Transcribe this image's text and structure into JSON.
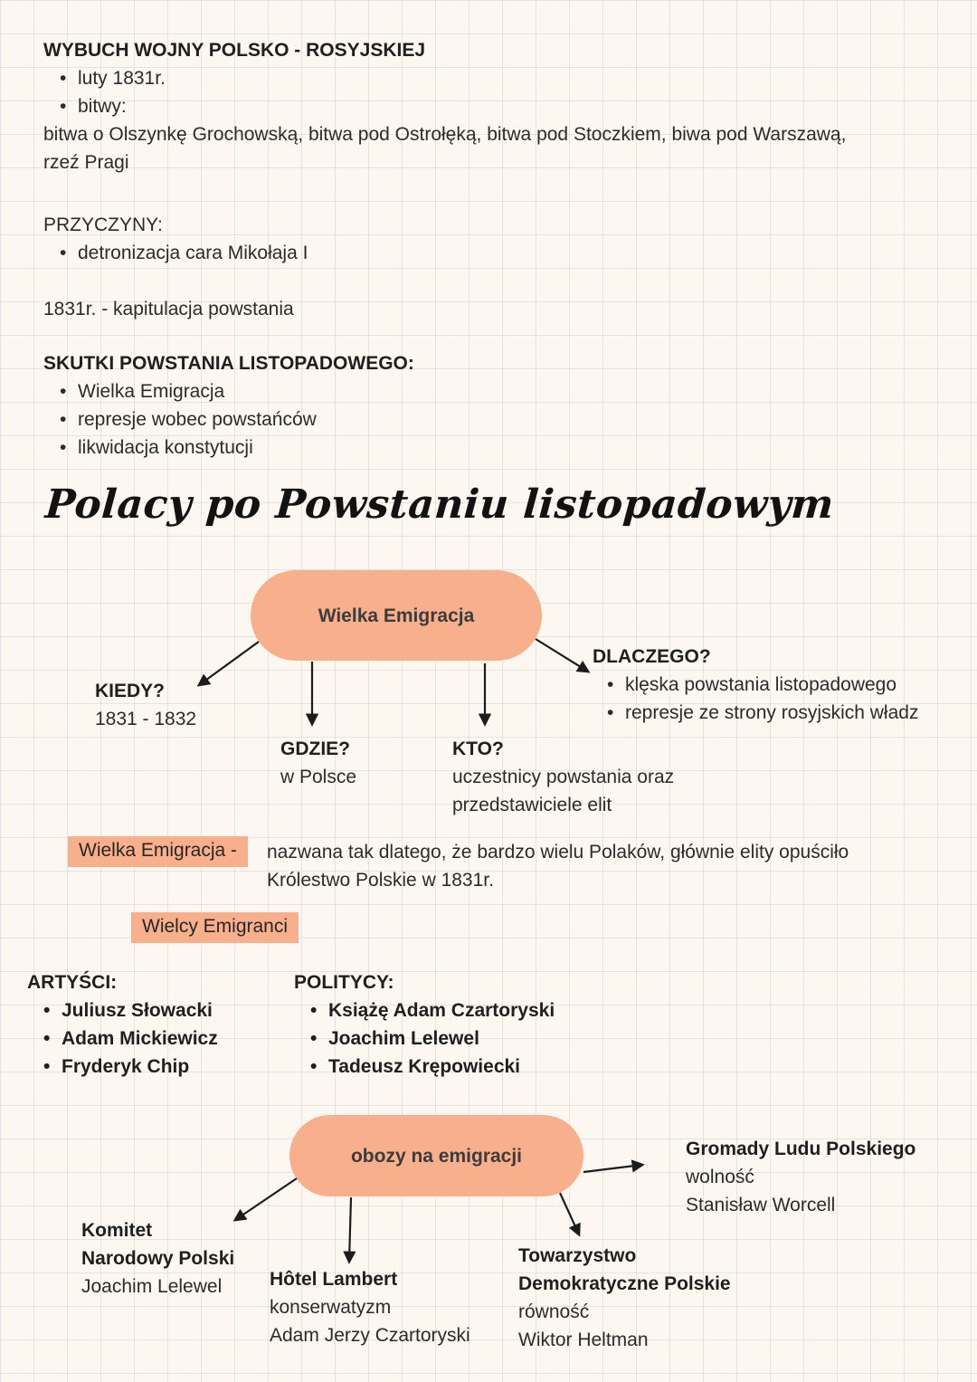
{
  "colors": {
    "accent": "#f7af8c",
    "background": "#fcf8f1",
    "text": "#2b2b2b"
  },
  "top": {
    "war_title": "WYBUCH WOJNY POLSKO - ROSYJSKIEJ",
    "war_bullets": [
      "luty 1831r.",
      "bitwy:"
    ],
    "battles_line1": "bitwa o Olszynkę Grochowską, bitwa pod Ostrołęką, bitwa pod Stoczkiem, biwa pod Warszawą,",
    "battles_line2": "rzeź Pragi",
    "causes_title": "PRZYCZYNY:",
    "causes_bullets": [
      "detronizacja cara Mikołaja I"
    ],
    "capitulation": "1831r. - kapitulacja powstania",
    "effects_title": "SKUTKI POWSTANIA LISTOPADOWEGO:",
    "effects_bullets": [
      "Wielka Emigracja",
      "represje wobec powstańców",
      "likwidacja konstytucji"
    ],
    "script_title": "Polacy po Powstaniu listopadowym"
  },
  "emigration_map": {
    "bubble": "Wielka Emigracja",
    "kiedy_label": "KIEDY?",
    "kiedy_value": "1831 - 1832",
    "gdzie_label": "GDZIE?",
    "gdzie_value": "w Polsce",
    "kto_label": "KTO?",
    "kto_line1": "uczestnicy powstania oraz",
    "kto_line2": "przedstawiciele elit",
    "dlaczego_label": "DLACZEGO?",
    "dlaczego_bullets": [
      "klęska powstania listopadowego",
      "represje ze strony rosyjskich władz"
    ]
  },
  "definition": {
    "term": "Wielka Emigracja -",
    "line1": "nazwana tak dlatego, że bardzo wielu Polaków, głównie elity opuściło",
    "line2": "Królestwo Polskie w 1831r."
  },
  "emigrants": {
    "heading": "Wielcy Emigranci",
    "artists_title": "ARTYŚCI:",
    "artists": [
      "Juliusz Słowacki",
      "Adam Mickiewicz",
      "Fryderyk Chip"
    ],
    "politicians_title": "POLITYCY:",
    "politicians": [
      "Książę Adam Czartoryski",
      "Joachim Lelewel",
      "Tadeusz Krępowiecki"
    ]
  },
  "camps_map": {
    "bubble": "obozy na emigracji",
    "komitet_line1": "Komitet",
    "komitet_line2": "Narodowy Polski",
    "komitet_line3": "Joachim Lelewel",
    "hotel_line1": "Hôtel Lambert",
    "hotel_line2": "konserwatyzm",
    "hotel_line3": "Adam Jerzy Czartoryski",
    "towarzystwo_line1": "Towarzystwo",
    "towarzystwo_line2": "Demokratyczne Polskie",
    "towarzystwo_line3": "równość",
    "towarzystwo_line4": "Wiktor Heltman",
    "gromady_line1": "Gromady Ludu Polskiego",
    "gromady_line2": "wolność",
    "gromady_line3": "Stanisław Worcell"
  }
}
